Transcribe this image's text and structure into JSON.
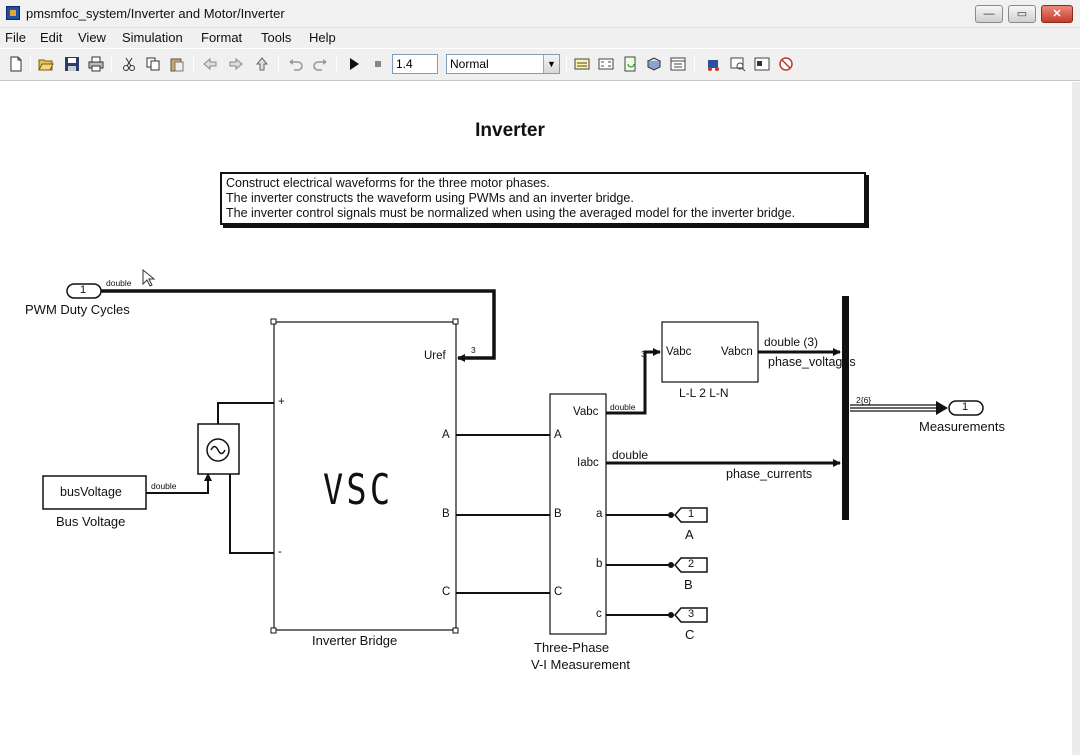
{
  "window": {
    "title": "pmsmfoc_system/Inverter and Motor/Inverter",
    "minimize": "—",
    "maximize": "▭",
    "close": "✕"
  },
  "menu": [
    "File",
    "Edit",
    "View",
    "Simulation",
    "Format",
    "Tools",
    "Help"
  ],
  "toolbar": {
    "stop_time": "1.4",
    "sim_mode": "Normal",
    "icons": [
      "new-model-icon",
      "open-icon",
      "save-icon",
      "print-icon",
      "cut-icon",
      "copy-icon",
      "paste-icon",
      "back-icon",
      "forward-icon",
      "up-icon",
      "undo-icon",
      "redo-icon",
      "start-simulation-icon",
      "stop-simulation-icon",
      "build-icon",
      "update-diagram-icon",
      "refresh-icon",
      "library-browser-icon",
      "model-explorer-icon",
      "debugger-icon",
      "fit-icon",
      "model-advisor-icon",
      "hide-icon"
    ]
  },
  "diagram": {
    "title": "Inverter",
    "note": [
      "Construct electrical waveforms for the three motor phases.",
      "The inverter constructs the waveform using PWMs and an inverter bridge.",
      "The inverter control signals must be normalized when using the averaged model for the inverter bridge."
    ],
    "inport_pwm": {
      "number": "1",
      "label": "PWM Duty Cycles",
      "signal": "double"
    },
    "const_bus": {
      "value": "busVoltage",
      "label": "Bus Voltage",
      "signal": "double"
    },
    "inverter": {
      "label": "Inverter Bridge",
      "text": "VSC",
      "ports": {
        "plus": "+",
        "minus": "-",
        "uref": "Uref",
        "uref_width": "3",
        "a": "A",
        "b": "B",
        "c": "C"
      }
    },
    "measurement": {
      "label_1": "Three-Phase",
      "label_2": "V-I Measurement",
      "ports": {
        "A": "A",
        "B": "B",
        "C": "C",
        "vabc": "Vabc",
        "iabc": "Iabc",
        "a": "a",
        "b": "b",
        "c": "c"
      },
      "vabc_signal": "double",
      "iabc_signal": "double"
    },
    "ll2ln": {
      "label": "L-L 2 L-N",
      "in": "Vabc",
      "out": "Vabcn",
      "in_width": "3",
      "out_signal": "double (3)"
    },
    "phase_voltages": "phase_voltages",
    "phase_currents": "phase_currents",
    "bus_signal": "2{6}",
    "outport_meas": {
      "number": "1",
      "label": "Measurements"
    },
    "conn_a": {
      "number": "1",
      "label": "A"
    },
    "conn_b": {
      "number": "2",
      "label": "B"
    },
    "conn_c": {
      "number": "3",
      "label": "C"
    }
  }
}
